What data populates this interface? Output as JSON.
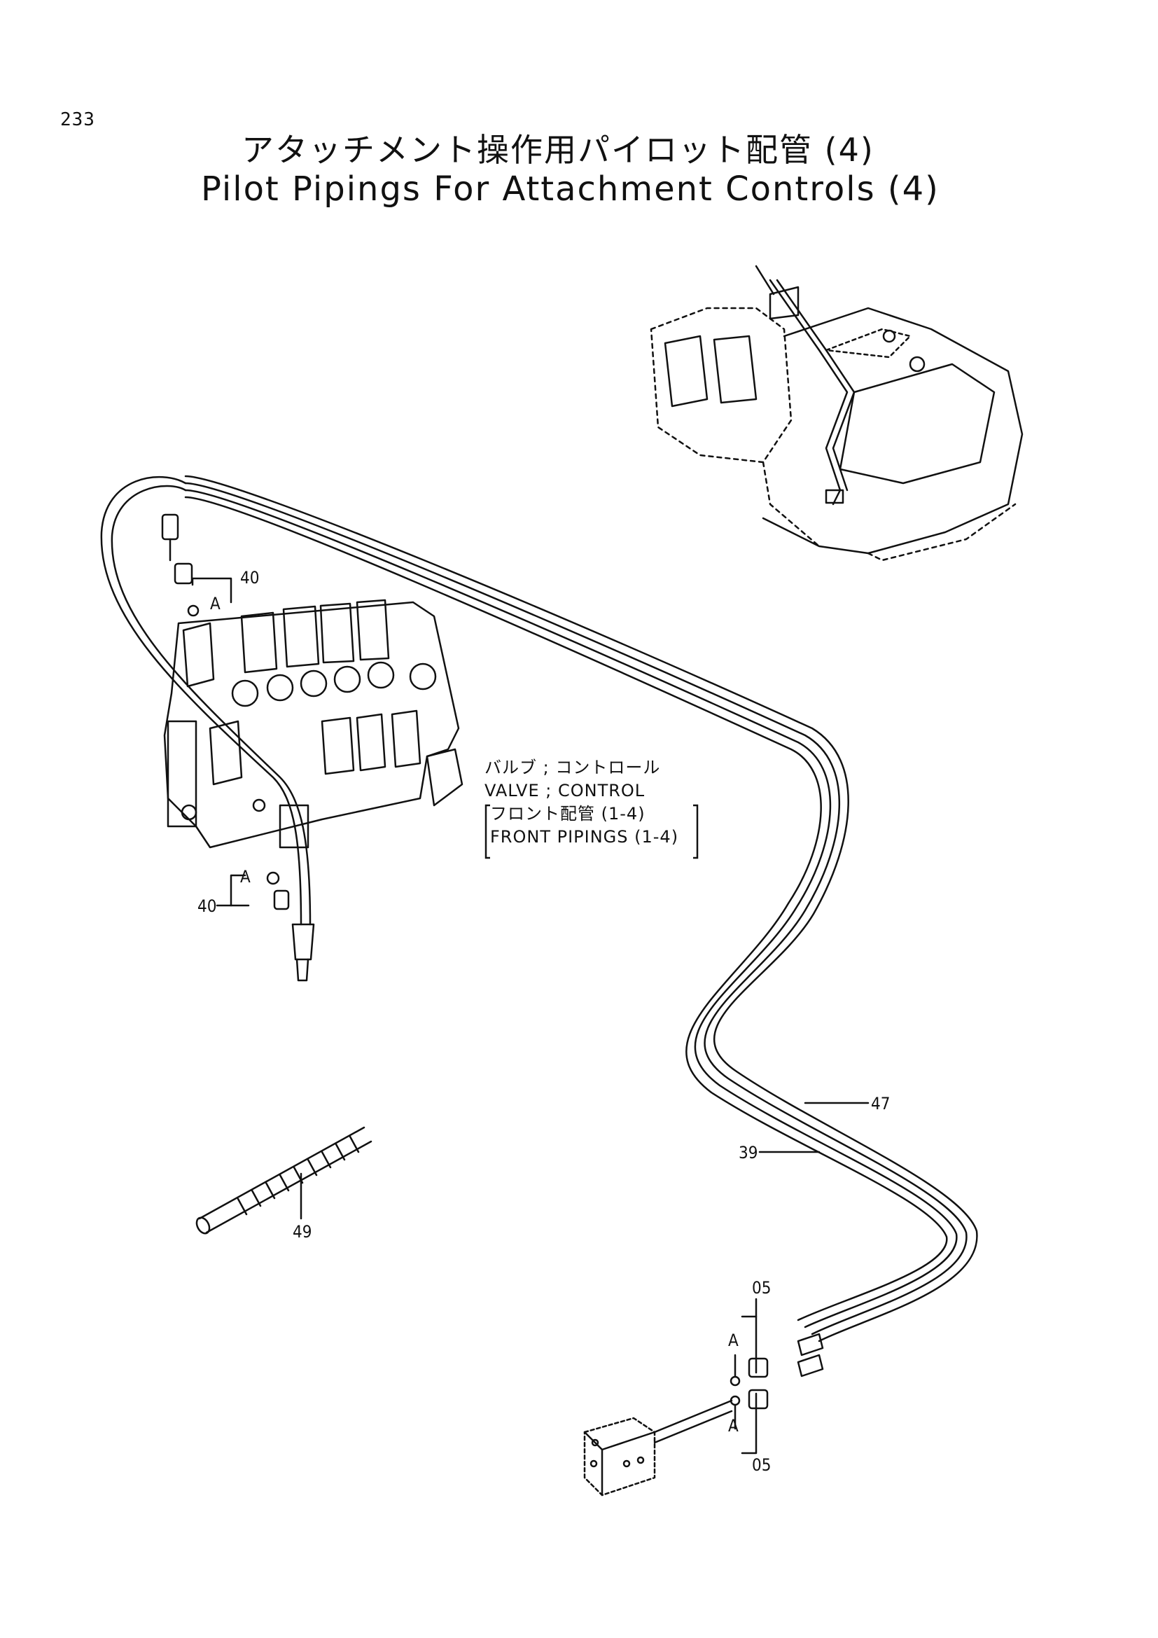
{
  "page": {
    "number": "233"
  },
  "title": {
    "japanese": "アタッチメント操作用パイロット配管 (4)",
    "english": "Pilot Pipings For Attachment Controls (4)"
  },
  "valve_label": {
    "line1": "バルブ ; コントロール",
    "line2": "VALVE ; CONTROL",
    "line3": "フロント配管 (1-4)",
    "line4": "FRONT PIPINGS (1-4)"
  },
  "part_numbers": {
    "p40_top": "40",
    "p40_bottom": "40",
    "a_top": "A",
    "a_bottom": "A",
    "p47": "47",
    "p39": "39",
    "p49": "49",
    "p05_top": "05",
    "p05_bottom": "05",
    "a_right_top": "A",
    "a_right_bottom": "A"
  }
}
